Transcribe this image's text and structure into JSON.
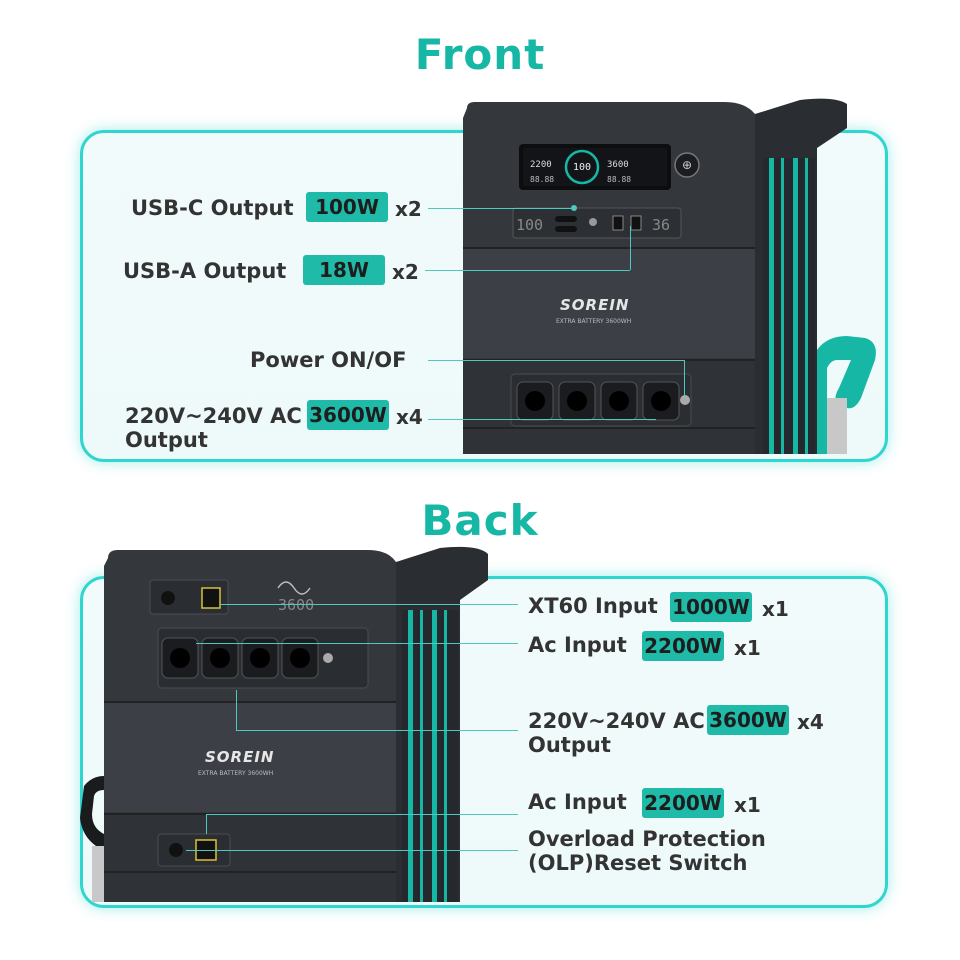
{
  "front": {
    "title": "Front",
    "brand": "SOREIN",
    "sub_brand": "EXTRA BATTERY 3600WH",
    "screen_left_top": "2200",
    "screen_left_bottom": "88.88",
    "screen_center": "100",
    "screen_right_top": "3600",
    "screen_right_bottom": "88.88",
    "port_left": "100",
    "port_right": "36",
    "callouts": [
      {
        "label": "USB-C Output",
        "badge": "100W",
        "mult": "x2"
      },
      {
        "label": "USB-A Output",
        "badge": "18W",
        "mult": "x2"
      },
      {
        "label": "Power ON/OF"
      },
      {
        "label": "220V~240V AC",
        "label2": "Output",
        "badge": "3600W",
        "mult": "x4"
      }
    ]
  },
  "back": {
    "title": "Back",
    "brand": "SOREIN",
    "sub_brand": "EXTRA BATTERY 3600WH",
    "rating": "3600",
    "callouts": [
      {
        "label": "XT60 Input",
        "badge": "1000W",
        "mult": "x1"
      },
      {
        "label": "Ac Input",
        "badge": "2200W",
        "mult": "x1"
      },
      {
        "label": "220V~240V AC",
        "label2": "Output",
        "badge": "3600W",
        "mult": "x4"
      },
      {
        "label": "Ac Input",
        "badge": "2200W",
        "mult": "x1"
      },
      {
        "label": "Overload Protection",
        "label2": "(OLP)Reset Switch"
      }
    ]
  },
  "colors": {
    "accent": "#1fbaa8",
    "panel_border": "#2fd6cf",
    "device": "#3a3d42"
  }
}
